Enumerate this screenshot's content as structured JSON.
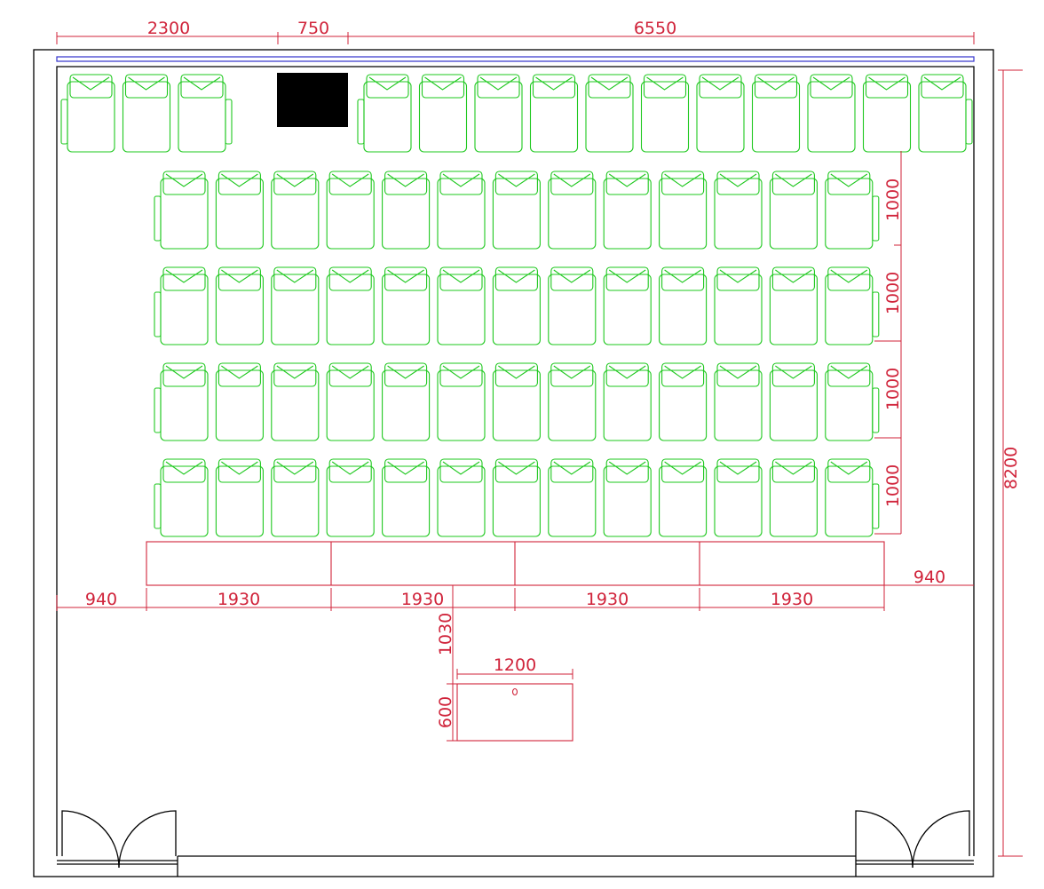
{
  "colors": {
    "wall": "#000000",
    "dimension": "#d0233a",
    "seat": "#1ec81e",
    "window": "#3333cc",
    "column": "#000000"
  },
  "dimensions": {
    "top": [
      "2300",
      "750",
      "6550"
    ],
    "right_total": "8200",
    "row_spacing": [
      "1000",
      "1000",
      "1000",
      "1000"
    ],
    "bottom": [
      "940",
      "1930",
      "1930",
      "1930",
      "1930"
    ],
    "right_offset": "940",
    "podium_offset": "1030",
    "podium_width": "1200",
    "podium_depth": "600"
  },
  "seating": {
    "front_row_left_count": 3,
    "front_row_right_count": 11,
    "main_rows": 4,
    "seats_per_main_row": 13
  },
  "icons": [
    "seat-icon",
    "door-swing-icon",
    "column-icon",
    "window-icon"
  ]
}
